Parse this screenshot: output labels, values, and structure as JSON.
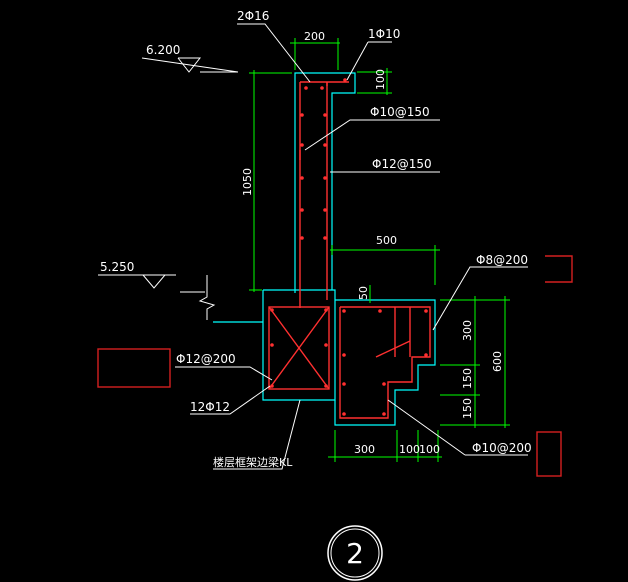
{
  "labels": {
    "top_rebar": "2Φ16",
    "top_width_dim": "200",
    "top_right_rebar": "1Φ10",
    "elev_top": "6.200",
    "lip_height_dim": "100",
    "phi10_150": "Φ10@150",
    "height_dim": "1050",
    "phi12_150": "Φ12@150",
    "dim_500": "500",
    "elev_mid": "5.250",
    "phi8_200": "Φ8@200",
    "dim_50": "50",
    "dim_300_v": "300",
    "dim_600": "600",
    "phi12_200": "Φ12@200",
    "dim_150_a": "150",
    "dim_150_b": "150",
    "rebar_12phi12": "12Φ12",
    "phi10_200": "Φ10@200",
    "dim_300_h": "300",
    "dim_100_a": "100",
    "dim_100_b": "100",
    "beam_label": "楼层框架边梁KL",
    "section_number": "2"
  },
  "colors": {
    "concrete": "#00ffff",
    "rebar": "#ff3030",
    "dimension": "#00ff00",
    "leader": "#ffffff",
    "callout_box": "#d42020"
  }
}
